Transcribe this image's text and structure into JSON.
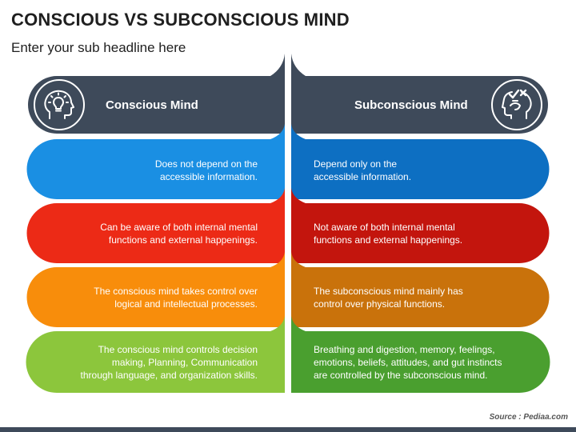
{
  "header": {
    "title": "CONSCIOUS VS SUBCONSCIOUS MIND",
    "subtitle": "Enter your sub headline here"
  },
  "diagram": {
    "left_heading": "Conscious Mind",
    "right_heading": "Subconscious Mind",
    "left_icon": "head-lightbulb-icon",
    "right_icon": "head-check-cross-icon",
    "header_color": "#3e4a5a",
    "rows": [
      {
        "left_color": "#1a8fe3",
        "right_color": "#0d6fc2",
        "left_text": "Does not depend on the\naccessible information.",
        "right_text": "Depend only on the\naccessible information."
      },
      {
        "left_color": "#ec2a16",
        "right_color": "#c3150d",
        "left_text": "Can be aware of both internal mental\nfunctions and external happenings.",
        "right_text": "Not aware of both internal mental\nfunctions and external happenings."
      },
      {
        "left_color": "#f88d0b",
        "right_color": "#c9720b",
        "left_text": "The conscious mind takes control over\nlogical and intellectual processes.",
        "right_text": "The subconscious mind mainly has\ncontrol over physical functions."
      },
      {
        "left_color": "#8cc63c",
        "right_color": "#4a9f2f",
        "left_text": "The conscious mind controls decision\nmaking, Planning, Communication\nthrough language, and organization skills.",
        "right_text": "Breathing and digestion, memory, feelings,\nemotions, beliefs, attitudes, and gut instincts\nare controlled by the subconscious mind."
      }
    ]
  },
  "footer": {
    "source": "Source :  Pediaa.com"
  }
}
